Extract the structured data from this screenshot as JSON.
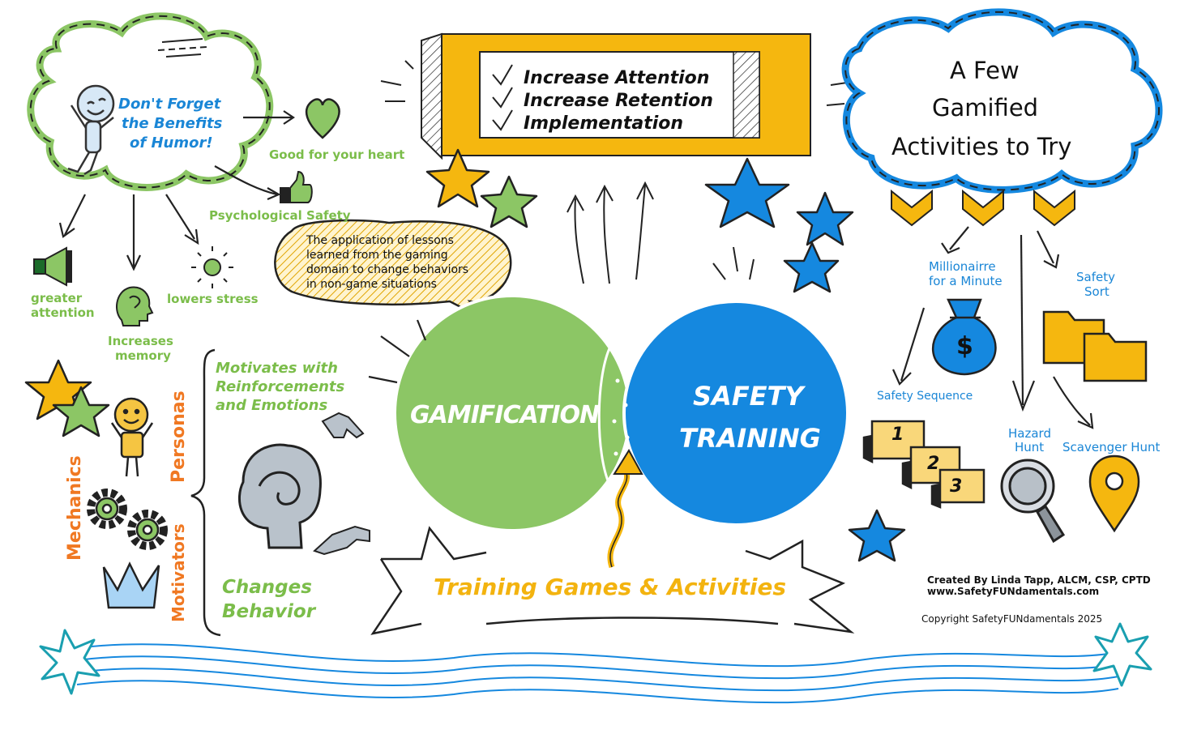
{
  "colors": {
    "green": "#8cc665",
    "blue": "#1588df",
    "orange": "#f07822",
    "yellow": "#f5b70f",
    "dark": "#151515",
    "teal": "#1a9fb0"
  },
  "humor": {
    "title_line1": "Don't Forget",
    "title_line2": "the Benefits",
    "title_line3": "of Humor!",
    "good_for_heart": "Good for your heart",
    "psych_safety": "Psychological Safety",
    "greater_attention_1": "greater",
    "greater_attention_2": "attention",
    "increases_memory_1": "Increases",
    "increases_memory_2": "memory",
    "lowers_stress": "lowers stress"
  },
  "banner": {
    "line1": "Increase Attention",
    "line2": "Increase Retention",
    "line3": "Implementation"
  },
  "activities_cloud": {
    "line1": "A Few",
    "line2": "Gamified",
    "line3": "Activities to Try"
  },
  "activities": {
    "millionaire_1": "Millionairre",
    "millionaire_2": "for a Minute",
    "safety_sort_1": "Safety",
    "safety_sort_2": "Sort",
    "safety_sequence": "Safety Sequence",
    "hazard_1": "Hazard",
    "hazard_2": "Hunt",
    "scavenger": "Scavenger Hunt",
    "seq_1": "1",
    "seq_2": "2",
    "seq_3": "3",
    "dollar": "$"
  },
  "definition": {
    "line1": "The application of lessons",
    "line2": "learned from the gaming",
    "line3": "domain to change behaviors",
    "line4": "in non-game situations"
  },
  "venn": {
    "left": "GAMIFICATION",
    "right_1": "SAFETY",
    "right_2": "TRAINING"
  },
  "left_panel": {
    "mechanics": "Mechanics",
    "personas": "Personas",
    "motivators": "Motivators",
    "motivates_1": "Motivates with",
    "motivates_2": "Reinforcements",
    "motivates_3": "and Emotions",
    "changes_1": "Changes",
    "changes_2": "Behavior"
  },
  "bottom": {
    "training_games": "Training Games & Activities",
    "created_by": "Created By Linda Tapp, ALCM, CSP, CPTD",
    "website": "www.SafetyFUNdamentals.com",
    "copyright": "Copyright SafetyFUNdamentals 2025"
  }
}
